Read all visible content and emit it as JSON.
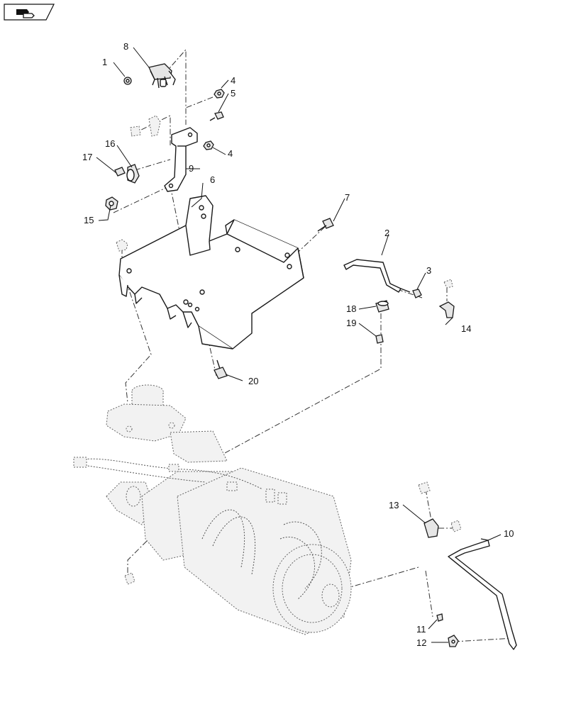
{
  "nav_icon": "page-forward-icon",
  "callouts": {
    "c1": "1",
    "c2": "2",
    "c3": "3",
    "c4a": "4",
    "c4b": "4",
    "c5": "5",
    "c6": "6",
    "c7": "7",
    "c8": "8",
    "c9": "9",
    "c10": "10",
    "c11": "11",
    "c12": "12",
    "c13": "13",
    "c14": "14",
    "c15": "15",
    "c16": "16",
    "c17": "17",
    "c18": "18",
    "c19": "19",
    "c20": "20"
  }
}
